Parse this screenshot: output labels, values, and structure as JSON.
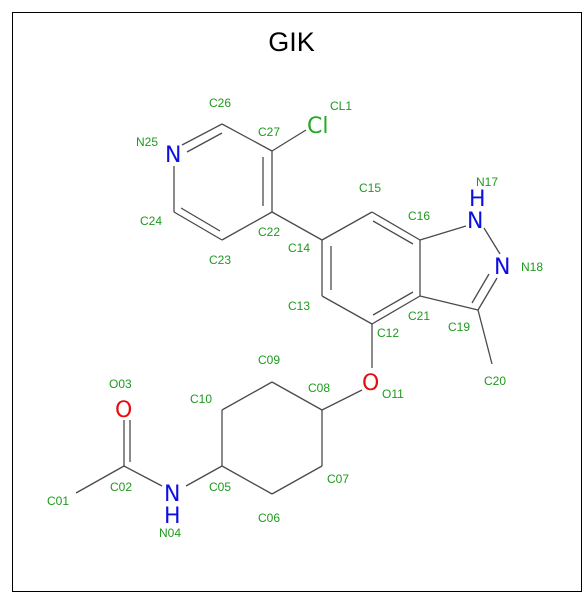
{
  "title": "GIK",
  "colors": {
    "carbon_label": "#1e9a1e",
    "nitrogen": "#0d0de6",
    "oxygen": "#e60d0d",
    "chlorine": "#22aa22",
    "bond": "#4a4a4a"
  },
  "element_symbols": {
    "N25": "N",
    "Cl1": "Cl",
    "N17": "N",
    "N17_H": "H",
    "N18": "N",
    "O11": "O",
    "O03": "O",
    "N04": "N",
    "N04_H": "H"
  },
  "atom_labels": {
    "C26": "C26",
    "C27": "C27",
    "CL1": "CL1",
    "N25": "N25",
    "C24": "C24",
    "C22": "C22",
    "C23": "C23",
    "C15": "C15",
    "N17": "N17",
    "C16": "C16",
    "C14": "C14",
    "N18": "N18",
    "C13": "C13",
    "C21": "C21",
    "C19": "C19",
    "C12": "C12",
    "C20": "C20",
    "C09": "C09",
    "O03": "O03",
    "C08": "C08",
    "O11": "O11",
    "C10": "C10",
    "C02": "C02",
    "C05": "C05",
    "C07": "C07",
    "C01": "C01",
    "C06": "C06",
    "N04": "N04"
  }
}
